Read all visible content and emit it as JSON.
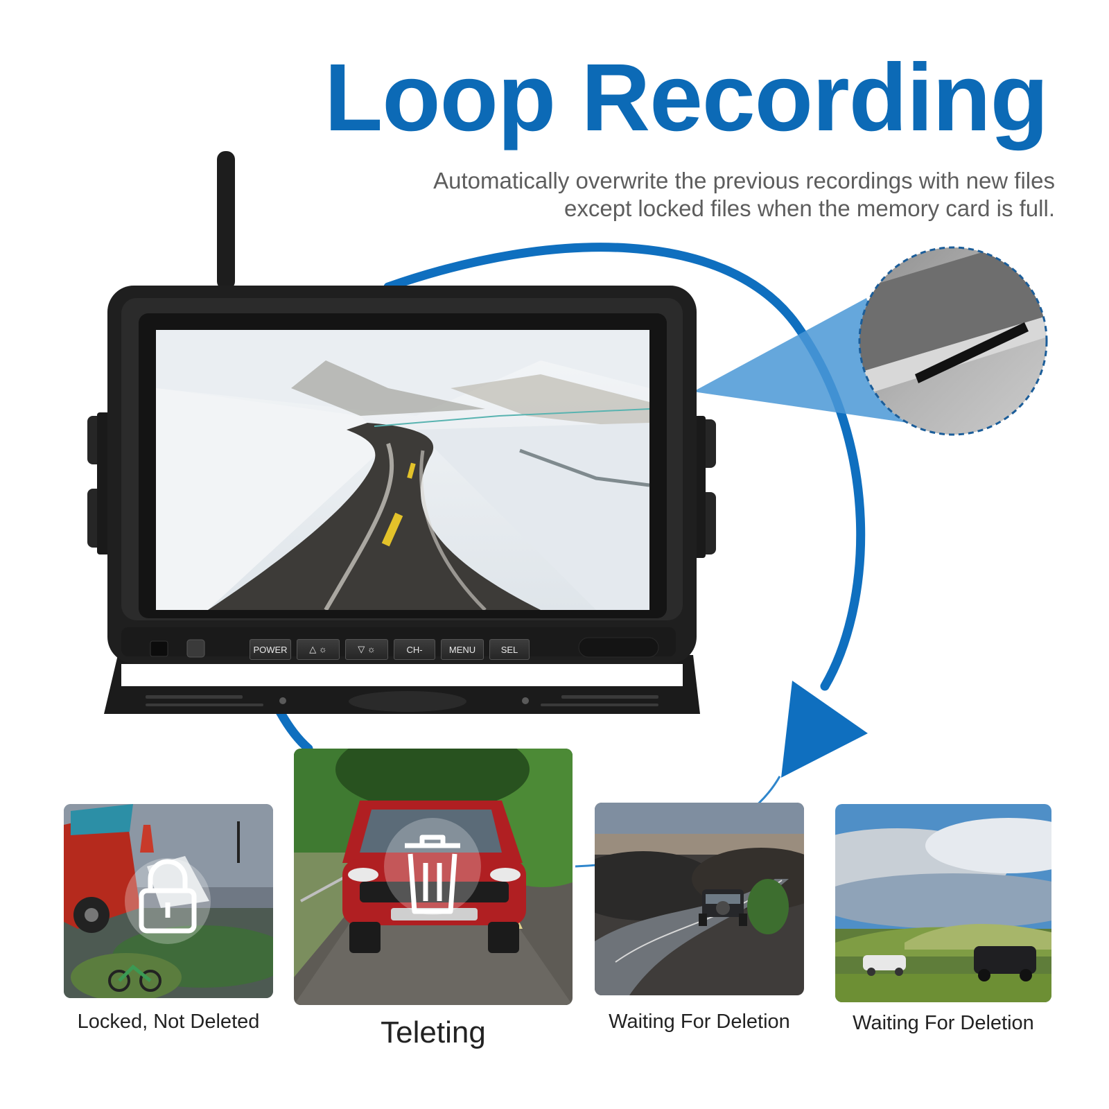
{
  "headline": "Loop Recording",
  "description": {
    "line1": "Automatically overwrite the previous recordings with new files",
    "line2": "except locked files when the memory card is full."
  },
  "monitor": {
    "buttons": [
      "POWER",
      "△ ☼",
      "▽ ☼",
      "CH-",
      "MENU",
      "SEL"
    ]
  },
  "panels": [
    {
      "caption": "Locked, Not Deleted",
      "icon": "lock-icon"
    },
    {
      "caption": "Teleting",
      "icon": "trash-icon"
    },
    {
      "caption": "Waiting For Deletion",
      "icon": ""
    },
    {
      "caption": "Waiting For Deletion",
      "icon": ""
    }
  ],
  "colors": {
    "accent_blue": "#0c6ab6",
    "text_gray": "#5d5d5d",
    "caption": "#222222",
    "monitor_body": "#1f1f1f"
  }
}
